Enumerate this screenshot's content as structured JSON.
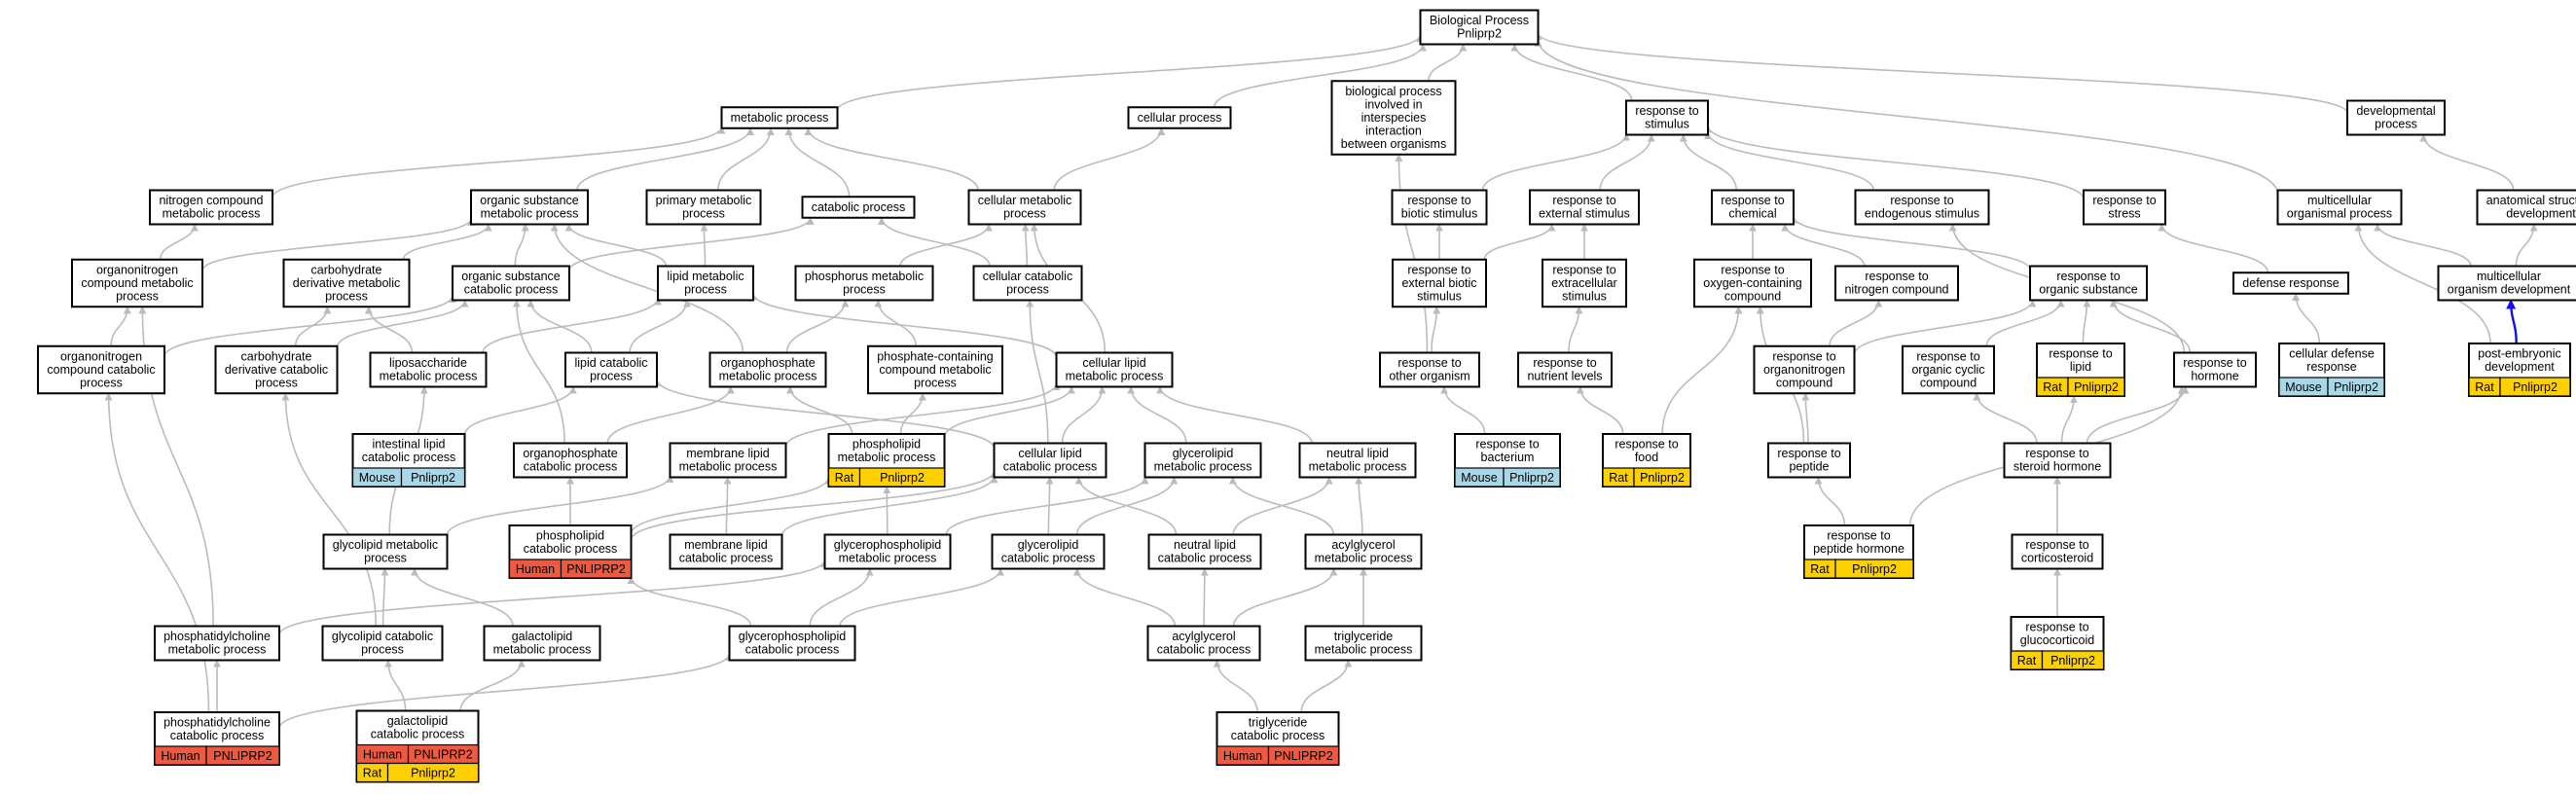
{
  "diagram": {
    "title_node": [
      "Biological Process",
      "Pnliprp2"
    ],
    "colors": {
      "Human": "#ee5a40",
      "Rat": "#ffd000",
      "Mouse": "#a8d8e8",
      "edge": "#bbbbbb",
      "edge_highlight": "#1010ee"
    },
    "nodes": [
      {
        "id": "root",
        "lines": [
          "Biological Process",
          "Pnliprp2"
        ]
      },
      {
        "id": "metab",
        "lines": [
          "metabolic process"
        ]
      },
      {
        "id": "cellproc",
        "lines": [
          "cellular process"
        ]
      },
      {
        "id": "interspec",
        "lines": [
          "biological process",
          "involved in",
          "interspecies",
          "interaction",
          "between organisms"
        ]
      },
      {
        "id": "respstim",
        "lines": [
          "response to",
          "stimulus"
        ]
      },
      {
        "id": "devproc",
        "lines": [
          "developmental",
          "process"
        ]
      },
      {
        "id": "nitrogen",
        "lines": [
          "nitrogen compound",
          "metabolic process"
        ]
      },
      {
        "id": "orgsub",
        "lines": [
          "organic substance",
          "metabolic process"
        ]
      },
      {
        "id": "primary",
        "lines": [
          "primary metabolic",
          "process"
        ]
      },
      {
        "id": "catab",
        "lines": [
          "catabolic process"
        ]
      },
      {
        "id": "cellmet",
        "lines": [
          "cellular metabolic",
          "process"
        ]
      },
      {
        "id": "biotic",
        "lines": [
          "response to",
          "biotic stimulus"
        ]
      },
      {
        "id": "external",
        "lines": [
          "response to",
          "external stimulus"
        ]
      },
      {
        "id": "chemical",
        "lines": [
          "response to",
          "chemical"
        ]
      },
      {
        "id": "endog",
        "lines": [
          "response to",
          "endogenous stimulus"
        ]
      },
      {
        "id": "stress",
        "lines": [
          "response to",
          "stress"
        ]
      },
      {
        "id": "multicell",
        "lines": [
          "multicellular",
          "organismal process"
        ]
      },
      {
        "id": "anatom",
        "lines": [
          "anatomical structure",
          "development"
        ]
      },
      {
        "id": "orgnitro",
        "lines": [
          "organonitrogen",
          "compound metabolic",
          "process"
        ]
      },
      {
        "id": "carbomet",
        "lines": [
          "carbohydrate",
          "derivative metabolic",
          "process"
        ]
      },
      {
        "id": "orgsubcat",
        "lines": [
          "organic substance",
          "catabolic process"
        ]
      },
      {
        "id": "lipidmet",
        "lines": [
          "lipid metabolic",
          "process"
        ]
      },
      {
        "id": "phosmet",
        "lines": [
          "phosphorus metabolic",
          "process"
        ]
      },
      {
        "id": "cellcat",
        "lines": [
          "cellular catabolic",
          "process"
        ]
      },
      {
        "id": "extbiotic",
        "lines": [
          "response to",
          "external biotic",
          "stimulus"
        ]
      },
      {
        "id": "extracell",
        "lines": [
          "response to",
          "extracellular",
          "stimulus"
        ]
      },
      {
        "id": "oxygen",
        "lines": [
          "response to",
          "oxygen-containing",
          "compound"
        ]
      },
      {
        "id": "nitrocomp",
        "lines": [
          "response to",
          "nitrogen compound"
        ]
      },
      {
        "id": "orgsubst",
        "lines": [
          "response to",
          "organic substance"
        ]
      },
      {
        "id": "defense",
        "lines": [
          "defense response"
        ]
      },
      {
        "id": "multidev",
        "lines": [
          "multicellular",
          "organism development"
        ]
      },
      {
        "id": "orgnitrocat",
        "lines": [
          "organonitrogen",
          "compound catabolic",
          "process"
        ]
      },
      {
        "id": "carbocat",
        "lines": [
          "carbohydrate",
          "derivative catabolic",
          "process"
        ]
      },
      {
        "id": "liposac",
        "lines": [
          "liposaccharide",
          "metabolic process"
        ]
      },
      {
        "id": "lipidcat",
        "lines": [
          "lipid catabolic",
          "process"
        ]
      },
      {
        "id": "orgphosmet",
        "lines": [
          "organophosphate",
          "metabolic process"
        ]
      },
      {
        "id": "phoscont",
        "lines": [
          "phosphate-containing",
          "compound metabolic",
          "process"
        ]
      },
      {
        "id": "celllipid",
        "lines": [
          "cellular lipid",
          "metabolic process"
        ]
      },
      {
        "id": "otherorg",
        "lines": [
          "response to",
          "other organism"
        ]
      },
      {
        "id": "nutrient",
        "lines": [
          "response to",
          "nutrient levels"
        ]
      },
      {
        "id": "orgnitrocomp",
        "lines": [
          "response to",
          "organonitrogen",
          "compound"
        ]
      },
      {
        "id": "orgcyclic",
        "lines": [
          "response to",
          "organic cyclic",
          "compound"
        ]
      },
      {
        "id": "resplipid",
        "lines": [
          "response to",
          "lipid"
        ],
        "ann": [
          [
            "Rat",
            "Pnliprp2"
          ]
        ]
      },
      {
        "id": "hormone",
        "lines": [
          "response to",
          "hormone"
        ]
      },
      {
        "id": "celldef",
        "lines": [
          "cellular defense",
          "response"
        ],
        "ann": [
          [
            "Mouse",
            "Pnliprp2"
          ]
        ]
      },
      {
        "id": "postemb",
        "lines": [
          "post-embryonic",
          "development"
        ],
        "ann": [
          [
            "Rat",
            "Pnliprp2"
          ]
        ]
      },
      {
        "id": "intest",
        "lines": [
          "intestinal lipid",
          "catabolic process"
        ],
        "ann": [
          [
            "Mouse",
            "Pnliprp2"
          ]
        ]
      },
      {
        "id": "orgphoscat",
        "lines": [
          "organophosphate",
          "catabolic process"
        ]
      },
      {
        "id": "memlipmet",
        "lines": [
          "membrane lipid",
          "metabolic process"
        ]
      },
      {
        "id": "phosliprat",
        "lines": [
          "phospholipid",
          "metabolic process"
        ],
        "ann": [
          [
            "Rat",
            "Pnliprp2"
          ]
        ]
      },
      {
        "id": "celllipcat",
        "lines": [
          "cellular lipid",
          "catabolic process"
        ]
      },
      {
        "id": "glyceromet",
        "lines": [
          "glycerolipid",
          "metabolic process"
        ]
      },
      {
        "id": "neutralmet",
        "lines": [
          "neutral lipid",
          "metabolic process"
        ]
      },
      {
        "id": "bacterium",
        "lines": [
          "response to",
          "bacterium"
        ],
        "ann": [
          [
            "Mouse",
            "Pnliprp2"
          ]
        ]
      },
      {
        "id": "food",
        "lines": [
          "response to",
          "food"
        ],
        "ann": [
          [
            "Rat",
            "Pnliprp2"
          ]
        ]
      },
      {
        "id": "peptide",
        "lines": [
          "response to",
          "peptide"
        ]
      },
      {
        "id": "steroid",
        "lines": [
          "response to",
          "steroid hormone"
        ]
      },
      {
        "id": "glycomet",
        "lines": [
          "glycolipid metabolic",
          "process"
        ]
      },
      {
        "id": "phoslipcat",
        "lines": [
          "phospholipid",
          "catabolic process"
        ],
        "ann": [
          [
            "Human",
            "PNLIPRP2"
          ]
        ]
      },
      {
        "id": "memlipcat",
        "lines": [
          "membrane lipid",
          "catabolic process"
        ]
      },
      {
        "id": "glycerophosmet",
        "lines": [
          "glycerophospholipid",
          "metabolic process"
        ]
      },
      {
        "id": "glycerocat",
        "lines": [
          "glycerolipid",
          "catabolic process"
        ]
      },
      {
        "id": "neutralcat",
        "lines": [
          "neutral lipid",
          "catabolic process"
        ]
      },
      {
        "id": "acylmet",
        "lines": [
          "acylglycerol",
          "metabolic process"
        ]
      },
      {
        "id": "pephormone",
        "lines": [
          "response to",
          "peptide hormone"
        ],
        "ann": [
          [
            "Rat",
            "Pnliprp2"
          ]
        ]
      },
      {
        "id": "cortico",
        "lines": [
          "response to",
          "corticosteroid"
        ]
      },
      {
        "id": "phoscholmet",
        "lines": [
          "phosphatidylcholine",
          "metabolic process"
        ]
      },
      {
        "id": "glycocat",
        "lines": [
          "glycolipid catabolic",
          "process"
        ]
      },
      {
        "id": "galactomet",
        "lines": [
          "galactolipid",
          "metabolic process"
        ]
      },
      {
        "id": "glycerophoscat",
        "lines": [
          "glycerophospholipid",
          "catabolic process"
        ]
      },
      {
        "id": "acylcat",
        "lines": [
          "acylglycerol",
          "catabolic process"
        ]
      },
      {
        "id": "trigmet",
        "lines": [
          "triglyceride",
          "metabolic process"
        ]
      },
      {
        "id": "gluco",
        "lines": [
          "response to",
          "glucocorticoid"
        ],
        "ann": [
          [
            "Rat",
            "Pnliprp2"
          ]
        ]
      },
      {
        "id": "phoscholcat",
        "lines": [
          "phosphatidylcholine",
          "catabolic process"
        ],
        "ann": [
          [
            "Human",
            "PNLIPRP2"
          ]
        ]
      },
      {
        "id": "galactocat",
        "lines": [
          "galactolipid",
          "catabolic process"
        ],
        "ann": [
          [
            "Human",
            "PNLIPRP2"
          ],
          [
            "Rat",
            "Pnliprp2"
          ]
        ]
      },
      {
        "id": "trigcat",
        "lines": [
          "triglyceride",
          "catabolic process"
        ],
        "ann": [
          [
            "Human",
            "PNLIPRP2"
          ]
        ]
      }
    ],
    "edges": [
      [
        "metab",
        "root"
      ],
      [
        "cellproc",
        "root"
      ],
      [
        "interspec",
        "root"
      ],
      [
        "respstim",
        "root"
      ],
      [
        "devproc",
        "root"
      ],
      [
        "multicell",
        "root"
      ],
      [
        "nitrogen",
        "metab"
      ],
      [
        "orgsub",
        "metab"
      ],
      [
        "primary",
        "metab"
      ],
      [
        "catab",
        "metab"
      ],
      [
        "cellmet",
        "metab"
      ],
      [
        "cellmet",
        "cellproc"
      ],
      [
        "biotic",
        "respstim"
      ],
      [
        "external",
        "respstim"
      ],
      [
        "chemical",
        "respstim"
      ],
      [
        "endog",
        "respstim"
      ],
      [
        "stress",
        "respstim"
      ],
      [
        "anatom",
        "devproc"
      ],
      [
        "orgnitro",
        "nitrogen"
      ],
      [
        "orgnitro",
        "orgsub"
      ],
      [
        "carbomet",
        "orgsub"
      ],
      [
        "orgsubcat",
        "orgsub"
      ],
      [
        "orgsubcat",
        "catab"
      ],
      [
        "lipidmet",
        "orgsub"
      ],
      [
        "lipidmet",
        "primary"
      ],
      [
        "phosmet",
        "cellmet"
      ],
      [
        "cellcat",
        "cellmet"
      ],
      [
        "cellcat",
        "catab"
      ],
      [
        "extbiotic",
        "biotic"
      ],
      [
        "extbiotic",
        "external"
      ],
      [
        "extracell",
        "external"
      ],
      [
        "oxygen",
        "chemical"
      ],
      [
        "nitrocomp",
        "chemical"
      ],
      [
        "orgsubst",
        "chemical"
      ],
      [
        "defense",
        "stress"
      ],
      [
        "multidev",
        "multicell"
      ],
      [
        "multidev",
        "anatom"
      ],
      [
        "orgnitrocat",
        "orgnitro"
      ],
      [
        "orgnitrocat",
        "orgsubcat"
      ],
      [
        "carbocat",
        "carbomet"
      ],
      [
        "carbocat",
        "orgsubcat"
      ],
      [
        "liposac",
        "carbomet"
      ],
      [
        "liposac",
        "lipidmet"
      ],
      [
        "lipidcat",
        "lipidmet"
      ],
      [
        "lipidcat",
        "orgsubcat"
      ],
      [
        "orgphosmet",
        "orgsub"
      ],
      [
        "orgphosmet",
        "phosmet"
      ],
      [
        "phoscont",
        "phosmet"
      ],
      [
        "celllipid",
        "lipidmet"
      ],
      [
        "celllipid",
        "cellmet"
      ],
      [
        "otherorg",
        "extbiotic"
      ],
      [
        "otherorg",
        "interspec"
      ],
      [
        "nutrient",
        "extracell"
      ],
      [
        "orgnitrocomp",
        "nitrocomp"
      ],
      [
        "orgnitrocomp",
        "orgsubst"
      ],
      [
        "orgcyclic",
        "orgsubst"
      ],
      [
        "resplipid",
        "orgsubst"
      ],
      [
        "hormone",
        "orgsubst"
      ],
      [
        "hormone",
        "endog"
      ],
      [
        "celldef",
        "defense"
      ],
      [
        "postemb",
        "multidev"
      ],
      [
        "postemb",
        "multicell"
      ],
      [
        "intest",
        "lipidcat"
      ],
      [
        "orgphoscat",
        "orgphosmet"
      ],
      [
        "orgphoscat",
        "orgsubcat"
      ],
      [
        "memlipmet",
        "celllipid"
      ],
      [
        "phosliprat",
        "orgphosmet"
      ],
      [
        "phosliprat",
        "phoscont"
      ],
      [
        "phosliprat",
        "celllipid"
      ],
      [
        "celllipcat",
        "celllipid"
      ],
      [
        "celllipcat",
        "lipidcat"
      ],
      [
        "celllipcat",
        "cellcat"
      ],
      [
        "glyceromet",
        "celllipid"
      ],
      [
        "neutralmet",
        "celllipid"
      ],
      [
        "bacterium",
        "otherorg"
      ],
      [
        "food",
        "nutrient"
      ],
      [
        "food",
        "oxygen"
      ],
      [
        "peptide",
        "orgnitrocomp"
      ],
      [
        "peptide",
        "oxygen"
      ],
      [
        "steroid",
        "orgcyclic"
      ],
      [
        "steroid",
        "resplipid"
      ],
      [
        "steroid",
        "hormone"
      ],
      [
        "glycomet",
        "memlipmet"
      ],
      [
        "glycomet",
        "liposac"
      ],
      [
        "phoslipcat",
        "phosliprat"
      ],
      [
        "phoslipcat",
        "celllipcat"
      ],
      [
        "phoslipcat",
        "orgphoscat"
      ],
      [
        "memlipcat",
        "memlipmet"
      ],
      [
        "memlipcat",
        "celllipcat"
      ],
      [
        "glycerophosmet",
        "glyceromet"
      ],
      [
        "glycerophosmet",
        "phosliprat"
      ],
      [
        "glycerocat",
        "glyceromet"
      ],
      [
        "glycerocat",
        "celllipcat"
      ],
      [
        "neutralcat",
        "neutralmet"
      ],
      [
        "neutralcat",
        "celllipcat"
      ],
      [
        "acylmet",
        "glyceromet"
      ],
      [
        "acylmet",
        "neutralmet"
      ],
      [
        "pephormone",
        "peptide"
      ],
      [
        "pephormone",
        "hormone"
      ],
      [
        "cortico",
        "steroid"
      ],
      [
        "phoscholmet",
        "glycerophosmet"
      ],
      [
        "phoscholmet",
        "orgnitro"
      ],
      [
        "glycocat",
        "glycomet"
      ],
      [
        "glycocat",
        "carbocat"
      ],
      [
        "galactomet",
        "glycomet"
      ],
      [
        "glycerophoscat",
        "glycerophosmet"
      ],
      [
        "glycerophoscat",
        "phoslipcat"
      ],
      [
        "glycerophoscat",
        "glycerocat"
      ],
      [
        "acylcat",
        "acylmet"
      ],
      [
        "acylcat",
        "glycerocat"
      ],
      [
        "acylcat",
        "neutralcat"
      ],
      [
        "trigmet",
        "acylmet"
      ],
      [
        "gluco",
        "cortico"
      ],
      [
        "phoscholcat",
        "phoscholmet"
      ],
      [
        "phoscholcat",
        "glycerophoscat"
      ],
      [
        "phoscholcat",
        "orgnitrocat"
      ],
      [
        "galactocat",
        "galactomet"
      ],
      [
        "galactocat",
        "glycocat"
      ],
      [
        "trigcat",
        "trigmet"
      ],
      [
        "trigcat",
        "acylcat"
      ]
    ],
    "highlight_edges": [
      [
        "postemb",
        "multidev"
      ]
    ]
  }
}
